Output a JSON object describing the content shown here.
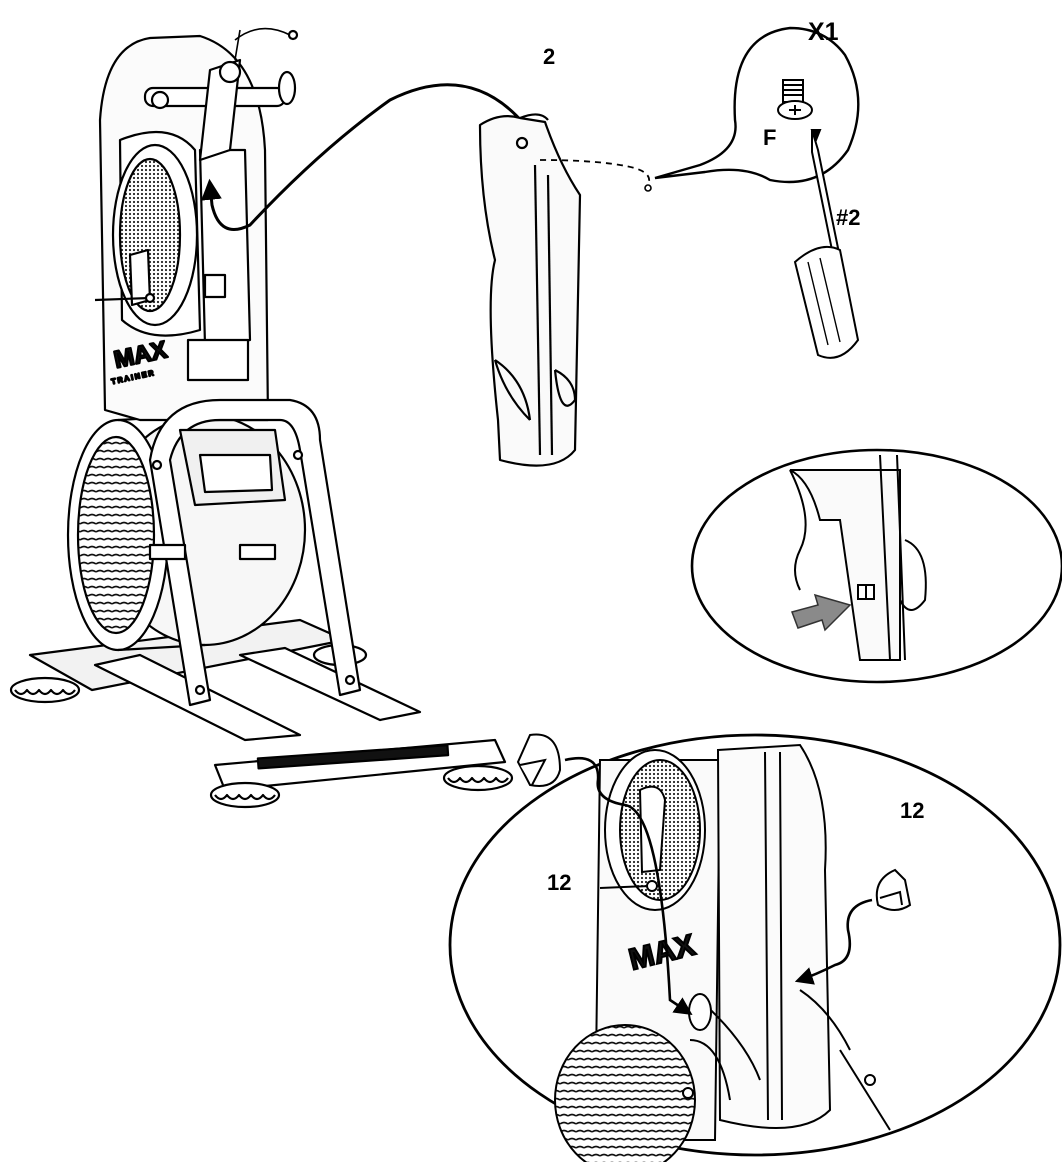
{
  "labels": {
    "part_handle": "2",
    "quantity": "X1",
    "screw_letter": "F",
    "screwdriver_size": "#2",
    "cap_right": "12",
    "cap_left": "12"
  },
  "brand": {
    "logo_text": "MAX",
    "sub_text": "TRAINER"
  },
  "colors": {
    "line": "#000000",
    "fill": "#ffffff",
    "shade": "#e4e4e4",
    "push_arrow": "#8a8a8a"
  }
}
